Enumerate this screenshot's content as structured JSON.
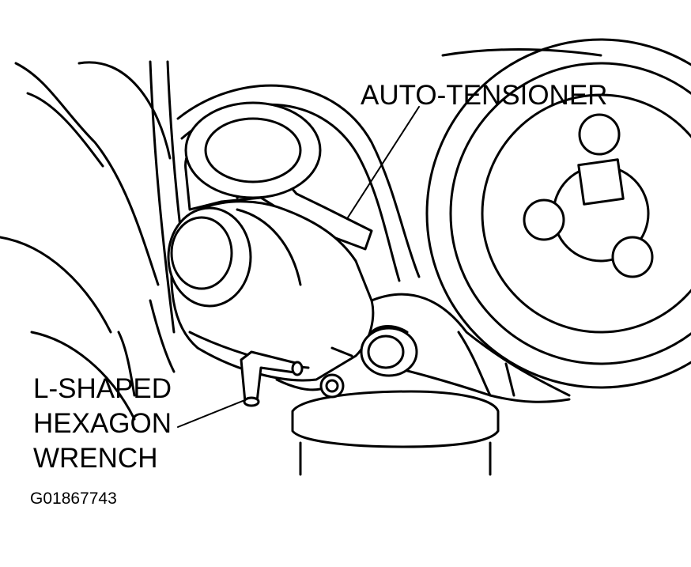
{
  "labels": {
    "auto_tensioner": "AUTO-TENSIONER",
    "wrench_line1": "L-SHAPED",
    "wrench_line2": "HEXAGON",
    "wrench_line3": "WRENCH",
    "figure_id": "G01867743"
  },
  "colors": {
    "ink": "#000000",
    "paper": "#ffffff"
  }
}
